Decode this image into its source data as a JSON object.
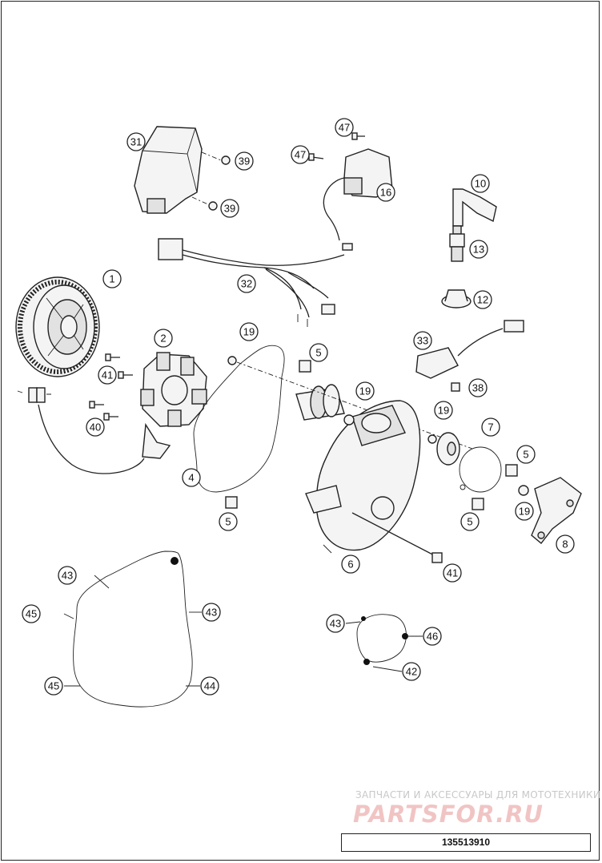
{
  "diagram": {
    "callouts": {
      "c1": "1",
      "c2": "2",
      "c4": "4",
      "c5a": "5",
      "c5b": "5",
      "c5c": "5",
      "c5d": "5",
      "c6": "6",
      "c7": "7",
      "c8": "8",
      "c10": "10",
      "c12": "12",
      "c13": "13",
      "c16": "16",
      "c19a": "19",
      "c19b": "19",
      "c19c": "19",
      "c19d": "19",
      "c31": "31",
      "c32": "32",
      "c33": "33",
      "c38": "38",
      "c39a": "39",
      "c39b": "39",
      "c40": "40",
      "c41a": "41",
      "c41b": "41",
      "c42": "42",
      "c43a": "43",
      "c43b": "43",
      "c43c": "43",
      "c44": "44",
      "c45a": "45",
      "c45b": "45",
      "c46": "46",
      "c47a": "47",
      "c47b": "47"
    }
  },
  "watermark": {
    "line1": "ЗАПЧАСТИ И АКСЕССУАРЫ ДЛЯ МОТОТЕХНИКИ",
    "line2": "PARTSFOR.RU"
  },
  "part_number": "135513910"
}
